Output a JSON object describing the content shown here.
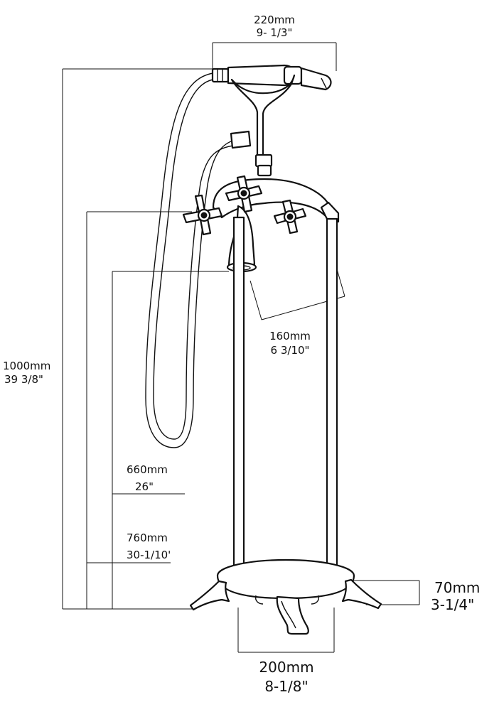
{
  "dimensions": {
    "top_width": {
      "metric": "220mm",
      "imperial": "9- 1/3\""
    },
    "spout_reach": {
      "metric": "160mm",
      "imperial": "6 3/10\""
    },
    "total_height": {
      "metric": "1000mm",
      "imperial": "39 3/8\""
    },
    "spout_height": {
      "metric": "660mm",
      "imperial": "26\""
    },
    "handle_height": {
      "metric": "760mm",
      "imperial": "30-1/10'"
    },
    "base_height": {
      "metric": "70mm",
      "imperial": "3-1/4\""
    },
    "base_width": {
      "metric": "200mm",
      "imperial": "8-1/8\""
    }
  }
}
